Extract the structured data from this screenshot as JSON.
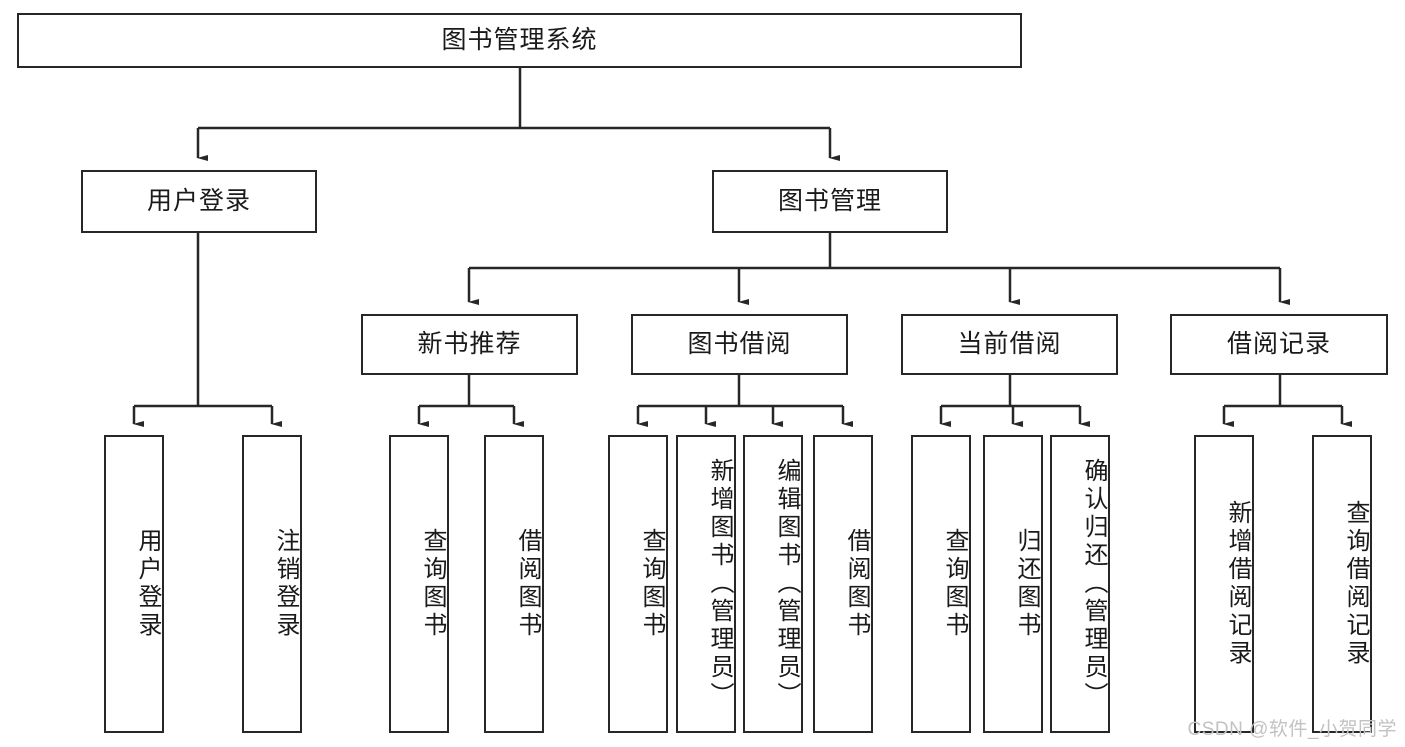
{
  "diagram": {
    "type": "tree-hierarchy",
    "title": "图书管理系统",
    "watermark": "CSDN @软件_小贺同学",
    "colors": {
      "box_border": "#272727",
      "box_fill": "#ffffff",
      "connector": "#272727",
      "text": "#1a1a1a",
      "watermark": "#c2c2c2"
    },
    "levels": [
      {
        "level": 1,
        "nodes": [
          {
            "id": "root",
            "label": "图书管理系统",
            "orientation": "horizontal"
          }
        ]
      },
      {
        "level": 2,
        "nodes": [
          {
            "id": "login",
            "label": "用户登录",
            "orientation": "horizontal",
            "parent": "root"
          },
          {
            "id": "bookmgmt",
            "label": "图书管理",
            "orientation": "horizontal",
            "parent": "root"
          }
        ]
      },
      {
        "level": 3,
        "nodes": [
          {
            "id": "newbook",
            "label": "新书推荐",
            "orientation": "horizontal",
            "parent": "bookmgmt"
          },
          {
            "id": "borrow",
            "label": "图书借阅",
            "orientation": "horizontal",
            "parent": "bookmgmt"
          },
          {
            "id": "current",
            "label": "当前借阅",
            "orientation": "horizontal",
            "parent": "bookmgmt"
          },
          {
            "id": "records",
            "label": "借阅记录",
            "orientation": "horizontal",
            "parent": "bookmgmt"
          }
        ]
      },
      {
        "level": 4,
        "nodes": [
          {
            "id": "leaf1",
            "label": "用户登录",
            "orientation": "vertical",
            "parent": "login"
          },
          {
            "id": "leaf2",
            "label": "注销登录",
            "orientation": "vertical",
            "parent": "login"
          },
          {
            "id": "leaf3",
            "label": "查询图书",
            "orientation": "vertical",
            "parent": "newbook"
          },
          {
            "id": "leaf4",
            "label": "借阅图书",
            "orientation": "vertical",
            "parent": "newbook"
          },
          {
            "id": "leaf5",
            "label": "查询图书",
            "orientation": "vertical",
            "parent": "borrow"
          },
          {
            "id": "leaf6",
            "label": "新增图书（管理员）",
            "orientation": "vertical",
            "parent": "borrow"
          },
          {
            "id": "leaf7",
            "label": "编辑图书（管理员）",
            "orientation": "vertical",
            "parent": "borrow"
          },
          {
            "id": "leaf8",
            "label": "借阅图书",
            "orientation": "vertical",
            "parent": "borrow"
          },
          {
            "id": "leaf9",
            "label": "查询图书",
            "orientation": "vertical",
            "parent": "current"
          },
          {
            "id": "leaf10",
            "label": "归还图书",
            "orientation": "vertical",
            "parent": "current"
          },
          {
            "id": "leaf11",
            "label": "确认归还（管理员）",
            "orientation": "vertical",
            "parent": "current"
          },
          {
            "id": "leaf12",
            "label": "新增借阅记录",
            "orientation": "vertical",
            "parent": "records"
          },
          {
            "id": "leaf13",
            "label": "查询借阅记录",
            "orientation": "vertical",
            "parent": "records"
          }
        ]
      }
    ]
  }
}
